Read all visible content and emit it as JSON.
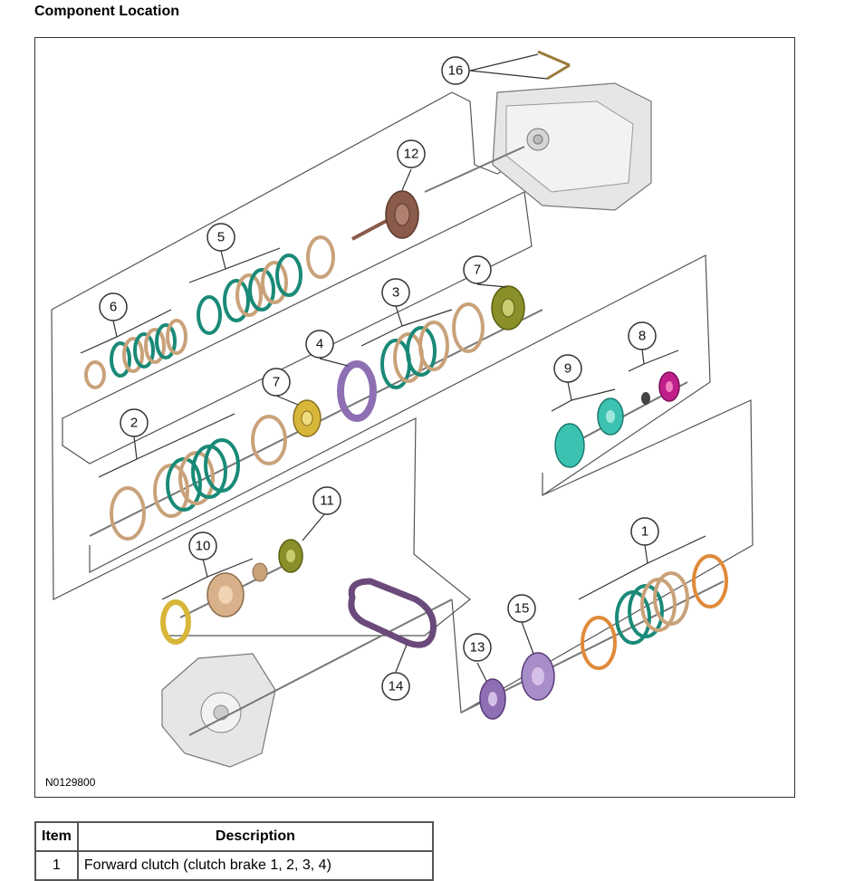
{
  "heading": "Component Location",
  "figure": {
    "id": "N0129800",
    "callouts": [
      {
        "label": "16"
      },
      {
        "label": "12"
      },
      {
        "label": "5"
      },
      {
        "label": "7"
      },
      {
        "label": "6"
      },
      {
        "label": "3"
      },
      {
        "label": "4"
      },
      {
        "label": "8"
      },
      {
        "label": "9"
      },
      {
        "label": "7"
      },
      {
        "label": "2"
      },
      {
        "label": "11"
      },
      {
        "label": "10"
      },
      {
        "label": "1"
      },
      {
        "label": "15"
      },
      {
        "label": "13"
      },
      {
        "label": "14"
      }
    ],
    "colors": {
      "teal": "#1a8a78",
      "tan": "#c9a27a",
      "orange": "#e08a3a",
      "purple": "#8f6fb3",
      "olive": "#8a8f2a",
      "gold": "#d8b63a",
      "magenta": "#c0208a",
      "aqua": "#3cc2b0",
      "brown": "#8a5a4a",
      "gray": "#d0d0d0"
    }
  },
  "table": {
    "headers": {
      "item": "Item",
      "description": "Description"
    },
    "rows": [
      {
        "item": "1",
        "description": "Forward clutch (clutch brake 1, 2, 3, 4)"
      }
    ]
  }
}
